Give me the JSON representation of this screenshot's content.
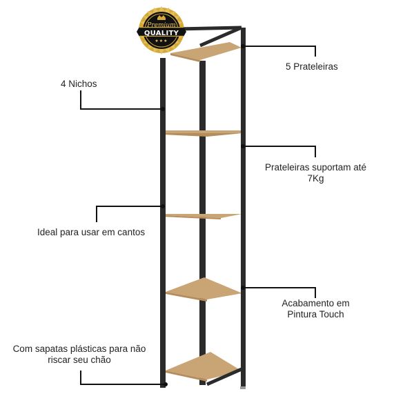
{
  "badge": {
    "line1": "Premium",
    "line2": "QUALITY",
    "stars": "★★★"
  },
  "callouts": {
    "shelves": "5 Prateleiras",
    "niches": "4 Nichos",
    "capacity_line1": "Prateleiras suportam até",
    "capacity_line2": "7Kg",
    "corners": "Ideal para usar em cantos",
    "finish_line1": "Acabamento em",
    "finish_line2": "Pintura Touch",
    "feet_line1": "Com sapatas plásticas para não",
    "feet_line2": "riscar seu chão"
  },
  "colors": {
    "frame": "#2b2b2b",
    "wood": "#c9a474",
    "wood_edge": "#b58d5c",
    "badge_black": "#111111",
    "badge_gold": "#d4a93a",
    "text": "#222222"
  }
}
